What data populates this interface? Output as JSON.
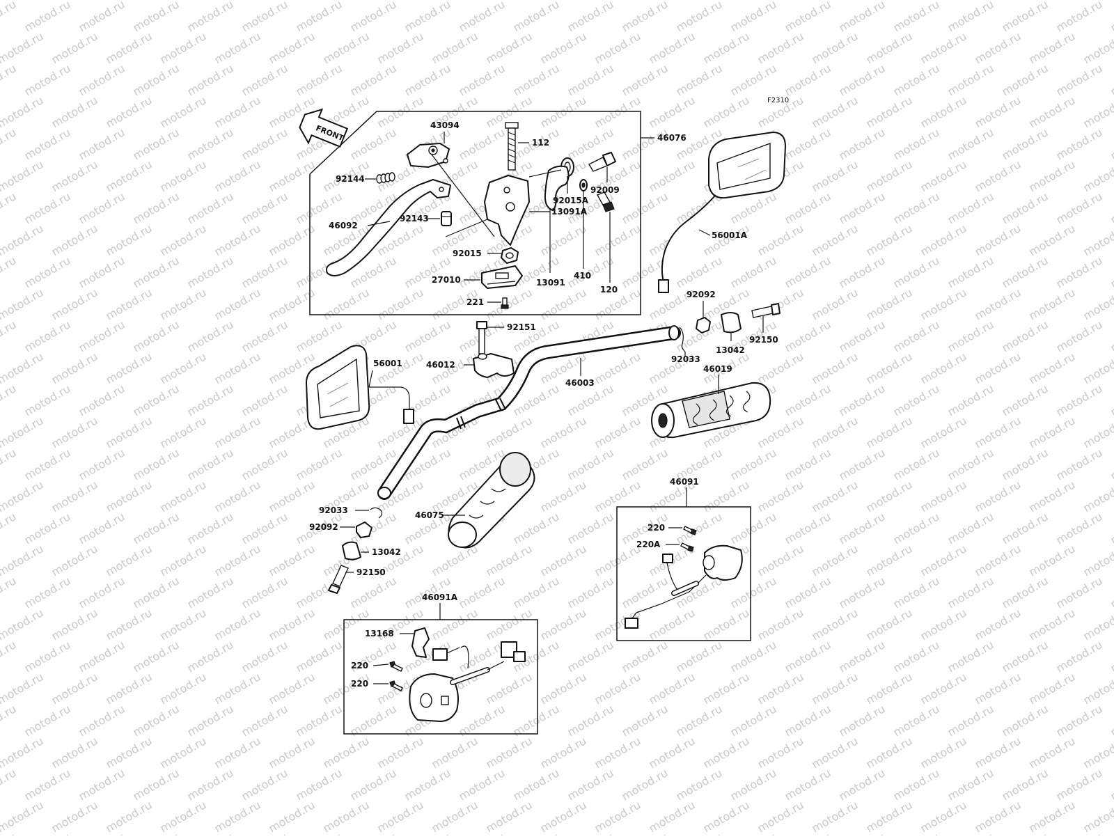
{
  "diagram": {
    "figure_code": "F2310",
    "front_label": "FRONT",
    "watermark": "motod.ru"
  },
  "callouts": {
    "c43094": "43094",
    "c112": "112",
    "c46076": "46076",
    "c92144": "92144",
    "c92015a": "92015A",
    "c92009": "92009",
    "c46092": "46092",
    "c92143": "92143",
    "c13091a": "13091A",
    "c92015": "92015",
    "c410": "410",
    "c13091": "13091",
    "c27010": "27010",
    "c120": "120",
    "c221": "221",
    "c56001a": "56001A",
    "c92092_r": "92092",
    "c92151": "92151",
    "c13042_r": "13042",
    "c92150_r": "92150",
    "c56001": "56001",
    "c46012": "46012",
    "c46003": "46003",
    "c92033_r": "92033",
    "c46019": "46019",
    "c46091": "46091",
    "c92033_l": "92033",
    "c46075": "46075",
    "c92092_l": "92092",
    "c13042_l": "13042",
    "c92150_l": "92150",
    "c220_r": "220",
    "c220a": "220A",
    "c46091a": "46091A",
    "c13168": "13168",
    "c220_l1": "220",
    "c220_l2": "220"
  }
}
